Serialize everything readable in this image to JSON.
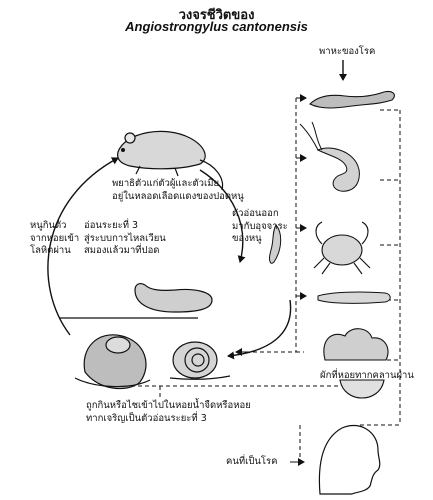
{
  "title_thai": "วงจรชีวิตของ",
  "title_latin": "Angiostrongylus cantonensis",
  "labels": {
    "vectors": "พาหะของโรค",
    "adult": [
      "พยาธิตัวแก่ตัวผู้และตัวเมีย",
      "อยู่ในหลอดเลือดแดงของปอดหนู"
    ],
    "larva_out": [
      "ตัวอ่อนออก",
      "มากับอุจจาระ",
      "ของหนู"
    ],
    "rat_eats": [
      "หนูกินตัว",
      "จากหอยเข้า",
      "โลหิตผ่าน"
    ],
    "stage3_brain": [
      "อ่อนระยะที่ 3",
      "สู่ระบบการไหลเวียน",
      "สมองแล้วมาที่ปอด"
    ],
    "snail_eaten": [
      "ถูกกินหรือไชเข้าไปในหอยน้ำจืดหรือหอย",
      "ทากเจริญเป็นตัวอ่อนระยะที่ 3"
    ],
    "vegetable": "ผักที่หอยทากคลานผ่าน",
    "human": "คนที่เป็นโรค"
  }
}
